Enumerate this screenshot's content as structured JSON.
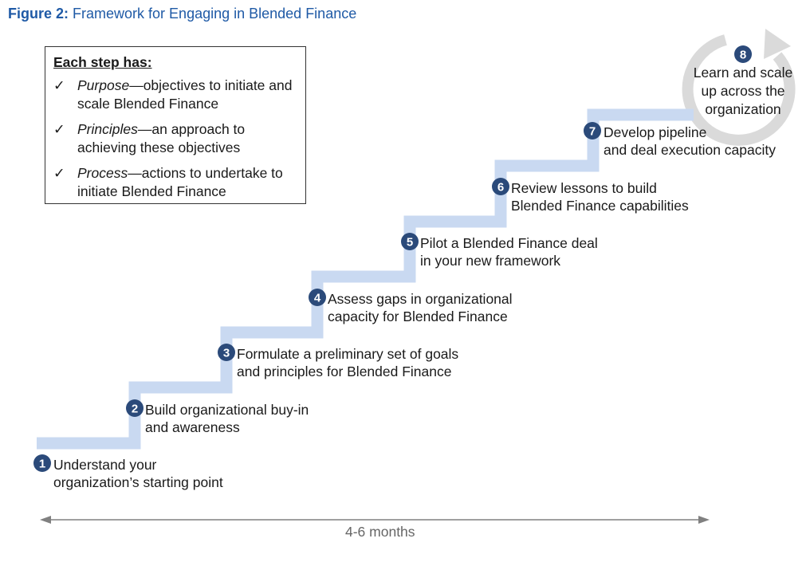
{
  "figure": {
    "label": "Figure 2:",
    "title": "Framework for Engaging in Blended Finance"
  },
  "legend": {
    "heading": "Each step has:",
    "items": [
      {
        "term": "Purpose",
        "rest": "—objectives to initiate and scale Blended Finance"
      },
      {
        "term": "Principles",
        "rest": "—an approach to achieving these objectives"
      },
      {
        "term": "Process",
        "rest": "—actions to undertake to initiate Blended Finance"
      }
    ]
  },
  "steps": [
    {
      "number": "1",
      "line1": "Understand your",
      "line2": "organization’s starting point"
    },
    {
      "number": "2",
      "line1": "Build organizational buy-in",
      "line2": "and awareness"
    },
    {
      "number": "3",
      "line1": "Formulate a preliminary set of goals",
      "line2": "and principles for Blended Finance"
    },
    {
      "number": "4",
      "line1": "Assess gaps in organizational",
      "line2": "capacity for Blended Finance"
    },
    {
      "number": "5",
      "line1": "Pilot a Blended Finance deal",
      "line2": "in your new framework"
    },
    {
      "number": "6",
      "line1": "Review lessons to build",
      "line2": "Blended Finance capabilities"
    },
    {
      "number": "7",
      "line1": "Develop pipeline",
      "line2": "and deal execution capacity"
    },
    {
      "number": "8",
      "line1": "Learn and scale",
      "line2": "up across the",
      "line3": "organization"
    }
  ],
  "timeline": {
    "label": "4-6 months"
  },
  "colors": {
    "title": "#1f5aa6",
    "step_band": "#c9d9f1",
    "badge": "#2b4a7a",
    "cycle_arrow": "#d9d9d9",
    "timeline": "#808080"
  },
  "icons": {
    "check": "✓",
    "cycle": "circular-arrow-icon",
    "timeline": "double-arrow-icon"
  }
}
